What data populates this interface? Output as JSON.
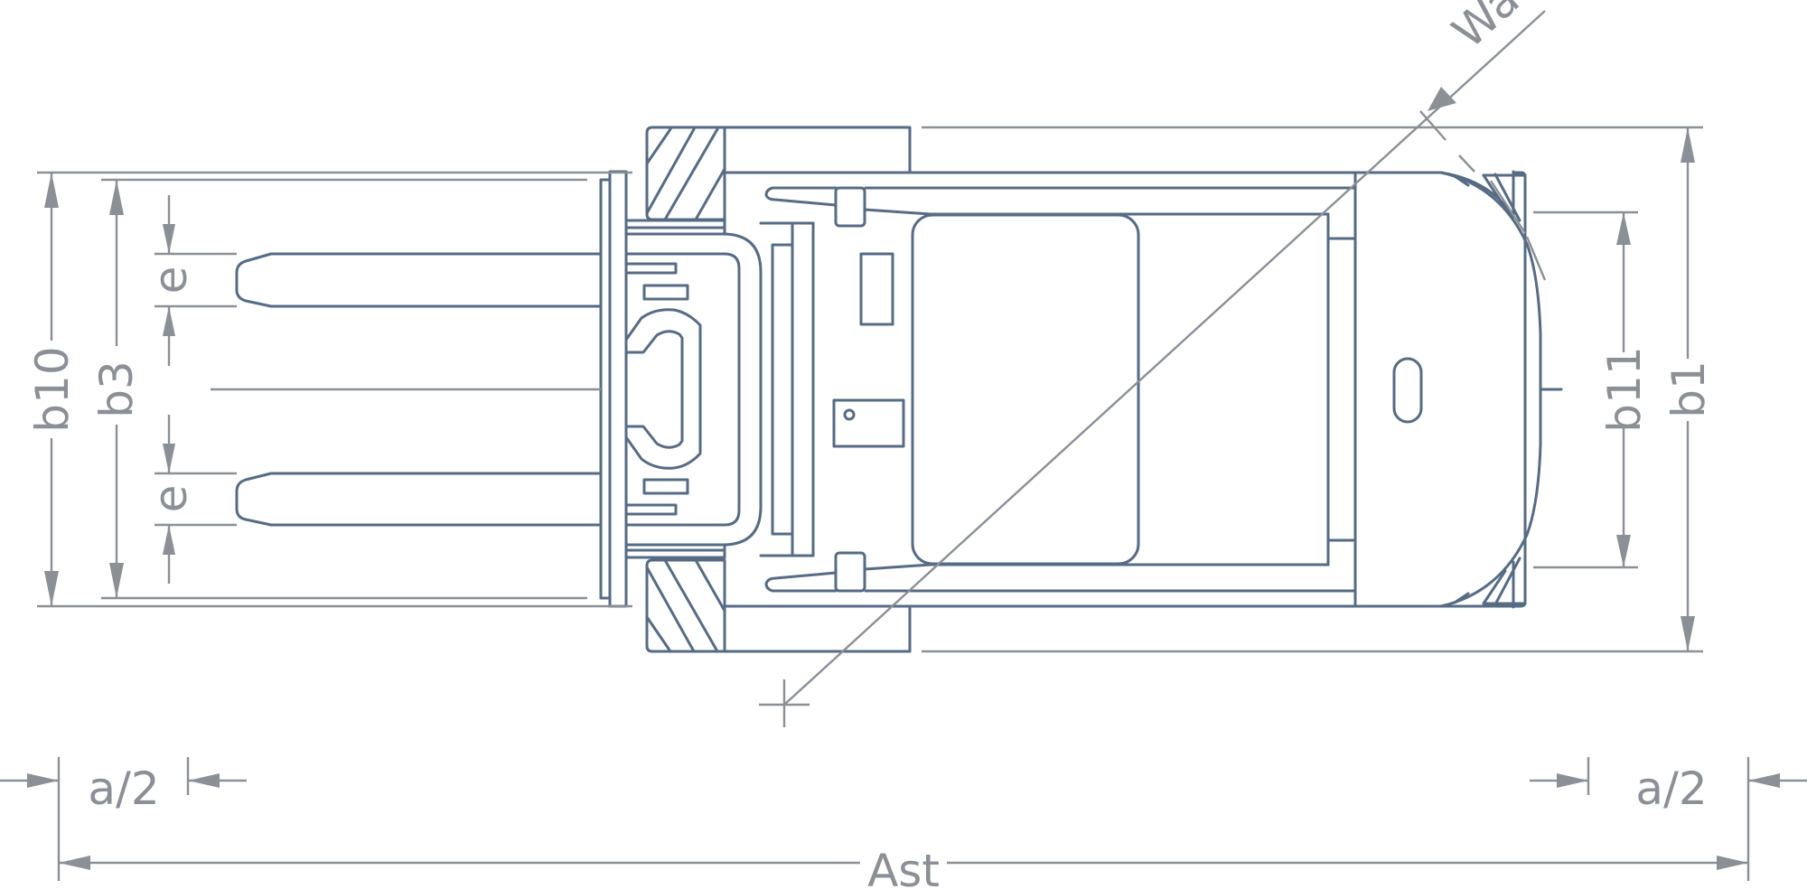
{
  "dimensions": {
    "b10": "b10",
    "b3": "b3",
    "e_top": "e",
    "e_bottom": "e",
    "b11": "b11",
    "b1": "b1",
    "wa": "Wa",
    "a_half_left": "a/2",
    "a_half_right": "a/2",
    "ast": "Ast"
  },
  "colors": {
    "truck_outline": "#566b84",
    "dimension_lines": "#8b8f96",
    "background": "#ffffff"
  }
}
